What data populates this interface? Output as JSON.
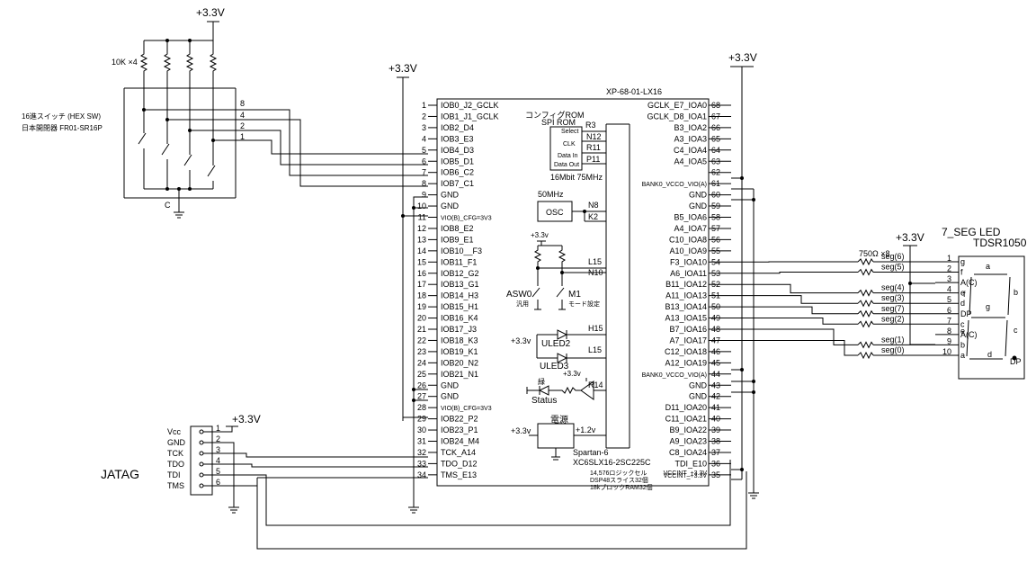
{
  "supplies": {
    "top_left": "+3.3V",
    "mid_left": "+3.3V",
    "right": "+3.3V",
    "seg_pullup": "+3.3V",
    "jtag": "+3.3V"
  },
  "pullups": {
    "label": "10K ×4"
  },
  "switch": {
    "title": "16進スイッチ (HEX SW)",
    "part": "日本開閉器 FR01-SR16P",
    "pins": [
      "8",
      "4",
      "2",
      "1"
    ],
    "common": "C"
  },
  "module": {
    "name": "XP-68-01-LX16",
    "left_pins": [
      {
        "num": "1",
        "name": "IOB0_J2_GCLK"
      },
      {
        "num": "2",
        "name": "IOB1_J1_GCLK"
      },
      {
        "num": "3",
        "name": "IOB2_D4"
      },
      {
        "num": "4",
        "name": "IOB3_E3"
      },
      {
        "num": "5",
        "name": "IOB4_D3"
      },
      {
        "num": "6",
        "name": "IOB5_D1"
      },
      {
        "num": "7",
        "name": "IOB6_C2"
      },
      {
        "num": "8",
        "name": "IOB7_C1"
      },
      {
        "num": "9",
        "name": "GND"
      },
      {
        "num": "10",
        "name": "GND"
      },
      {
        "num": "11",
        "name": "VIO(B)_CFG=3V3"
      },
      {
        "num": "12",
        "name": "IOB8_E2"
      },
      {
        "num": "13",
        "name": "IOB9_E1"
      },
      {
        "num": "14",
        "name": "IOB10__F3"
      },
      {
        "num": "15",
        "name": "IOB11_F1"
      },
      {
        "num": "16",
        "name": "IOB12_G2"
      },
      {
        "num": "17",
        "name": "IOB13_G1"
      },
      {
        "num": "18",
        "name": "IOB14_H3"
      },
      {
        "num": "19",
        "name": "IOB15_H1"
      },
      {
        "num": "20",
        "name": "IOB16_K4"
      },
      {
        "num": "21",
        "name": "IOB17_J3"
      },
      {
        "num": "22",
        "name": "IOB18_K3"
      },
      {
        "num": "23",
        "name": "IOB19_K1"
      },
      {
        "num": "24",
        "name": "IOB20_N2"
      },
      {
        "num": "25",
        "name": "IOB21_N1"
      },
      {
        "num": "26",
        "name": "GND"
      },
      {
        "num": "27",
        "name": "GND"
      },
      {
        "num": "28",
        "name": "VIO(B)_CFG=3V3"
      },
      {
        "num": "29",
        "name": "IOB22_P2"
      },
      {
        "num": "30",
        "name": "IOB23_P1"
      },
      {
        "num": "31",
        "name": "IOB24_M4"
      },
      {
        "num": "32",
        "name": "TCK_A14"
      },
      {
        "num": "33",
        "name": "TDO_D12"
      },
      {
        "num": "34",
        "name": "TMS_E13"
      }
    ],
    "right_pins": [
      {
        "num": "68",
        "name": "GCLK_E7_IOA0"
      },
      {
        "num": "67",
        "name": "GCLK_D8_IOA1"
      },
      {
        "num": "66",
        "name": "B3_IOA2"
      },
      {
        "num": "65",
        "name": "A3_IOA3"
      },
      {
        "num": "64",
        "name": "C4_IOA4"
      },
      {
        "num": "63",
        "name": "A4_IOA5"
      },
      {
        "num": "62",
        "name": ""
      },
      {
        "num": "61",
        "name": "BANK0_VCCO_VIO(A)"
      },
      {
        "num": "60",
        "name": "GND"
      },
      {
        "num": "59",
        "name": "GND"
      },
      {
        "num": "58",
        "name": "B5_IOA6"
      },
      {
        "num": "57",
        "name": "A4_IOA7"
      },
      {
        "num": "56",
        "name": "C10_IOA8"
      },
      {
        "num": "55",
        "name": "A10_IOA9"
      },
      {
        "num": "54",
        "name": "F3_IOA10"
      },
      {
        "num": "53",
        "name": "A6_IOA11"
      },
      {
        "num": "52",
        "name": "B11_IOA12"
      },
      {
        "num": "51",
        "name": "A11_IOA13"
      },
      {
        "num": "50",
        "name": "B13_IOA14"
      },
      {
        "num": "49",
        "name": "A13_IOA15"
      },
      {
        "num": "48",
        "name": "B7_IOA16"
      },
      {
        "num": "47",
        "name": "A7_IOA17"
      },
      {
        "num": "46",
        "name": "C12_IOA18"
      },
      {
        "num": "45",
        "name": "A12_IOA19"
      },
      {
        "num": "44",
        "name": "BANK0_VCCO_VIO(A)"
      },
      {
        "num": "43",
        "name": "GND"
      },
      {
        "num": "42",
        "name": "GND"
      },
      {
        "num": "41",
        "name": "D11_IOA20"
      },
      {
        "num": "40",
        "name": "C11_IOA21"
      },
      {
        "num": "39",
        "name": "B9_IOA22"
      },
      {
        "num": "38",
        "name": "A9_IOA23"
      },
      {
        "num": "37",
        "name": "C8_IOA24"
      },
      {
        "num": "36",
        "name": "TDI_E10"
      },
      {
        "num": "35",
        "name": "VCCINT_+3.3V"
      }
    ],
    "vccint_top": "VCCINT_+3.3V",
    "spi_rom": {
      "title": "コンフィグROM",
      "subtitle": "SPI ROM",
      "ref": "R3",
      "pins": [
        "Select",
        "CLK",
        "Data In",
        "Data Out"
      ],
      "balls": [
        "N12",
        "R11",
        "P11"
      ],
      "size": "16Mbit 75MHz"
    },
    "osc": {
      "freq": "50MHz",
      "label": "OSC",
      "balls": [
        "N8",
        "K2"
      ]
    },
    "asw": {
      "supply": "+3.3v",
      "ball1": "L15",
      "ball2": "N10",
      "asw_label": "ASW0",
      "asw_note": "汎用",
      "m1_label": "M1",
      "m1_note": "モード設定"
    },
    "leds": {
      "supply": "+3.3v",
      "ball1": "H15",
      "ball2": "L15",
      "led1": "ULED2",
      "led2": "ULED3"
    },
    "status": {
      "supply": "+3.3v",
      "color": "緑",
      "label": "Status",
      "ball": "R14"
    },
    "power": {
      "title": "電源",
      "in": "+3.3v",
      "out": "+1.2v"
    },
    "fpga": {
      "family": "Spartan-6",
      "part": "XC6SLX16-2SC225C",
      "lines": [
        "14,576ロジックセル",
        "DSP48スライス32個",
        "18kブロックRAM32個"
      ]
    }
  },
  "seg_led": {
    "title": "7_SEG LED",
    "part": "TDSR1050",
    "resistor": "750Ω ×8",
    "nets": [
      "seg(6)",
      "seg(5)",
      "seg(4)",
      "seg(3)",
      "seg(7)",
      "seg(2)",
      "seg(1)",
      "seg(0)"
    ],
    "pins": [
      "1",
      "2",
      "3",
      "4",
      "5",
      "6",
      "7",
      "8",
      "9",
      "10"
    ],
    "pin_names": [
      "g",
      "f",
      "A(C)",
      "e",
      "d",
      "DP",
      "c",
      "A(C)",
      "b",
      "a"
    ],
    "segments": {
      "a": "a",
      "b": "b",
      "c": "c",
      "d": "d",
      "e": "e",
      "f": "f",
      "g": "g",
      "dp": "DP"
    }
  },
  "jtag": {
    "title": "JATAG",
    "signals": [
      "Vcc",
      "GND",
      "TCK",
      "TDO",
      "TDI",
      "TMS"
    ],
    "pins": [
      "1",
      "2",
      "3",
      "4",
      "5",
      "6"
    ]
  }
}
